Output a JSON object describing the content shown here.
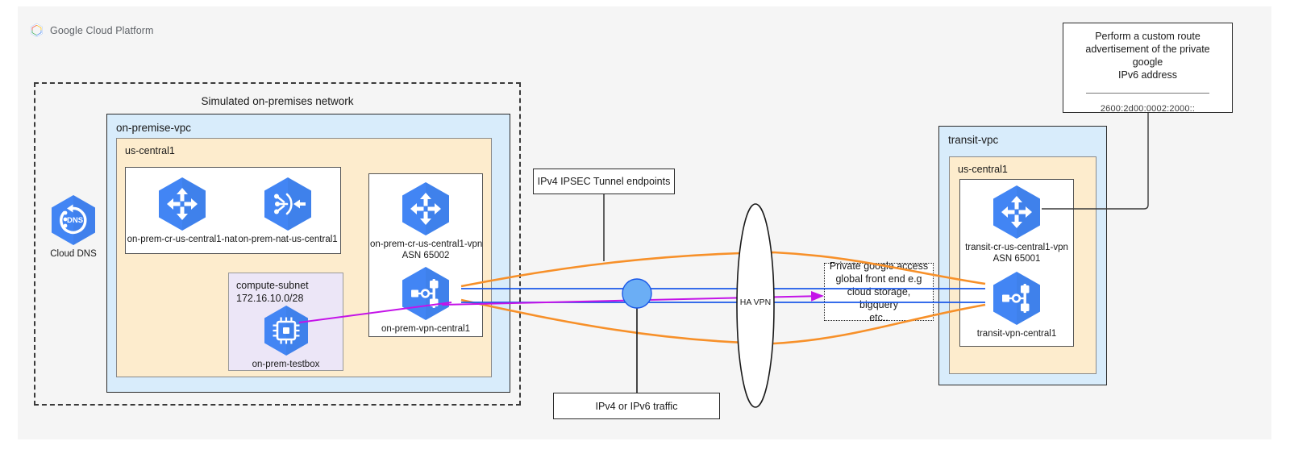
{
  "header": {
    "brand": "Google Cloud Platform",
    "logo_icon": "google-cloud-logo"
  },
  "diagram": {
    "simulated_network": {
      "title": "Simulated on-premises network"
    },
    "onprem_vpc": {
      "title": "on-premise-vpc",
      "region": "us-central1",
      "nodes": [
        {
          "id": "cloud-dns",
          "label": "Cloud DNS",
          "icon": "cloud-dns-icon"
        },
        {
          "id": "on-prem-cr-nat",
          "label": "on-prem-cr-us-central1-nat",
          "icon": "cloud-router-icon"
        },
        {
          "id": "on-prem-nat",
          "label": "on-prem-nat-us-central1",
          "icon": "cloud-nat-icon"
        },
        {
          "id": "on-prem-cr-vpn",
          "label_line1": "on-prem-cr-us-central1-vpn",
          "label_line2": "ASN 65002",
          "icon": "cloud-router-icon"
        },
        {
          "id": "on-prem-vpn",
          "label": "on-prem-vpn-central1",
          "icon": "vpn-gateway-icon"
        },
        {
          "id": "on-prem-testbox",
          "label": "on-prem-testbox",
          "icon": "compute-instance-icon"
        }
      ],
      "subnet": {
        "name": "compute-subnet",
        "cidr": "172.16.10.0/28"
      }
    },
    "transit_vpc": {
      "title": "transit-vpc",
      "region": "us-central1",
      "nodes": [
        {
          "id": "transit-cr-vpn",
          "label_line1": "transit-cr-us-central1-vpn",
          "label_line2": "ASN 65001",
          "icon": "cloud-router-icon"
        },
        {
          "id": "transit-vpn",
          "label": "transit-vpn-central1",
          "icon": "vpn-gateway-icon"
        }
      ]
    },
    "callouts": [
      {
        "id": "ipsec-endpoints",
        "text": "IPv4 IPSEC Tunnel endpoints"
      },
      {
        "id": "traffic-type",
        "text": "IPv4 or IPv6 traffic"
      }
    ],
    "private_google_access": {
      "line1": "Private google access",
      "line2": "global front end e.g",
      "line3": "cloud storage, bigquery",
      "line4": "etc.."
    },
    "ha_vpn": {
      "label": "HA VPN"
    },
    "note": {
      "line1": "Perform a custom route",
      "line2": "advertisement of the private google",
      "line3": "IPv6 address",
      "address": "2600:2d00:0002:2000::"
    }
  },
  "colors": {
    "gcp_blue": "#4285F4",
    "orange_link": "#F79029",
    "blue_link": "#1A58E8",
    "magenta_link": "#C413E8",
    "vpc_fill": "#d8ecfb",
    "region_fill": "#fdeccd",
    "subnet_fill": "#ece6f7",
    "canvas": "#f5f5f5",
    "ha_vpn_circle": "#6BAEF5"
  }
}
